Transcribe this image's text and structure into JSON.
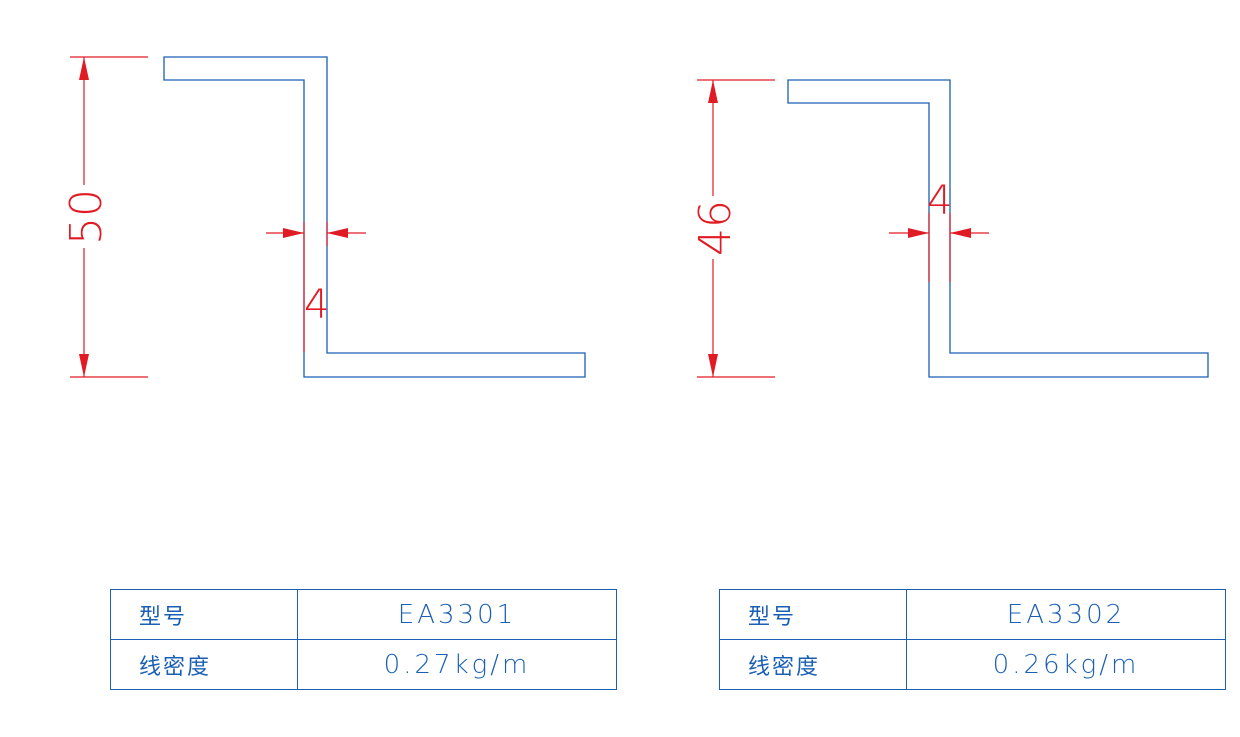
{
  "colors": {
    "profile": "#1a5fb4",
    "dimension": "#e01b24"
  },
  "profiles": [
    {
      "model_label": "型号",
      "model": "EA3301",
      "density_label": "线密度",
      "density": "0.27kg/m",
      "height_dim": "50",
      "thickness_dim": "4"
    },
    {
      "model_label": "型号",
      "model": "EA3302",
      "density_label": "线密度",
      "density": "0.26kg/m",
      "height_dim": "46",
      "thickness_dim": "4"
    }
  ]
}
